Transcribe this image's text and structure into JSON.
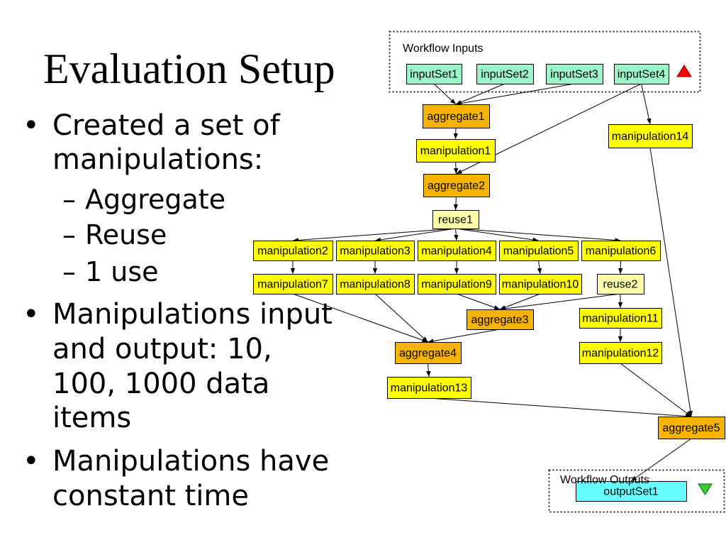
{
  "slide": {
    "title": "Evaluation Setup",
    "bullet_marker": "•",
    "sub_marker": "–",
    "bullets": [
      {
        "lines": [
          "Created a set of",
          "manipulations:"
        ],
        "sub": [
          "Aggregate",
          "Reuse",
          "1 use"
        ]
      },
      {
        "lines": [
          "Manipulations input",
          "and output: 10,",
          "100, 1000 data",
          "items"
        ]
      },
      {
        "lines": [
          "Manipulations have",
          "constant time"
        ]
      }
    ]
  },
  "diagram": {
    "inputs_label": "Workflow Inputs",
    "outputs_label": "Workflow Outputs",
    "edge_color": "#000000",
    "icons": {
      "inputs_marker": {
        "name": "triangle-up-icon",
        "color": "#FF0000"
      },
      "outputs_marker": {
        "name": "triangle-down-icon",
        "color": "#33CC33"
      }
    },
    "nodes": [
      {
        "label": "inputSet1",
        "fill": "#9CF5C8"
      },
      {
        "label": "inputSet2",
        "fill": "#9CF5C8"
      },
      {
        "label": "inputSet3",
        "fill": "#9CF5C8"
      },
      {
        "label": "inputSet4",
        "fill": "#9CF5C8"
      },
      {
        "label": "aggregate1",
        "fill": "#F6B400"
      },
      {
        "label": "manipulation1",
        "fill": "#FFFF00"
      },
      {
        "label": "aggregate2",
        "fill": "#F6B400"
      },
      {
        "label": "reuse1",
        "fill": "#FFFFAA"
      },
      {
        "label": "manipulation2",
        "fill": "#FFFF00"
      },
      {
        "label": "manipulation3",
        "fill": "#FFFF00"
      },
      {
        "label": "manipulation4",
        "fill": "#FFFF00"
      },
      {
        "label": "manipulation5",
        "fill": "#FFFF00"
      },
      {
        "label": "manipulation6",
        "fill": "#FFFF00"
      },
      {
        "label": "manipulation7",
        "fill": "#FFFF00"
      },
      {
        "label": "manipulation8",
        "fill": "#FFFF00"
      },
      {
        "label": "manipulation9",
        "fill": "#FFFF00"
      },
      {
        "label": "manipulation10",
        "fill": "#FFFF00"
      },
      {
        "label": "reuse2",
        "fill": "#FFFFAA"
      },
      {
        "label": "manipulation11",
        "fill": "#FFFF00"
      },
      {
        "label": "aggregate3",
        "fill": "#F6B400"
      },
      {
        "label": "manipulation12",
        "fill": "#FFFF00"
      },
      {
        "label": "aggregate4",
        "fill": "#F6B400"
      },
      {
        "label": "manipulation13",
        "fill": "#FFFF00"
      },
      {
        "label": "manipulation14",
        "fill": "#FFFF00"
      },
      {
        "label": "aggregate5",
        "fill": "#F6B400"
      },
      {
        "label": "outputSet1",
        "fill": "#66FFFF"
      }
    ],
    "edges": [
      [
        0,
        4
      ],
      [
        1,
        4
      ],
      [
        2,
        4
      ],
      [
        3,
        6
      ],
      [
        3,
        23
      ],
      [
        4,
        5
      ],
      [
        5,
        6
      ],
      [
        6,
        7
      ],
      [
        7,
        8
      ],
      [
        7,
        9
      ],
      [
        7,
        10
      ],
      [
        7,
        11
      ],
      [
        7,
        12
      ],
      [
        8,
        13
      ],
      [
        9,
        14
      ],
      [
        10,
        15
      ],
      [
        11,
        16
      ],
      [
        12,
        17
      ],
      [
        15,
        19
      ],
      [
        16,
        19
      ],
      [
        17,
        19
      ],
      [
        17,
        18
      ],
      [
        13,
        21
      ],
      [
        14,
        21
      ],
      [
        19,
        21
      ],
      [
        18,
        20
      ],
      [
        21,
        22
      ],
      [
        22,
        24
      ],
      [
        20,
        24
      ],
      [
        23,
        24
      ],
      [
        24,
        25
      ]
    ]
  }
}
